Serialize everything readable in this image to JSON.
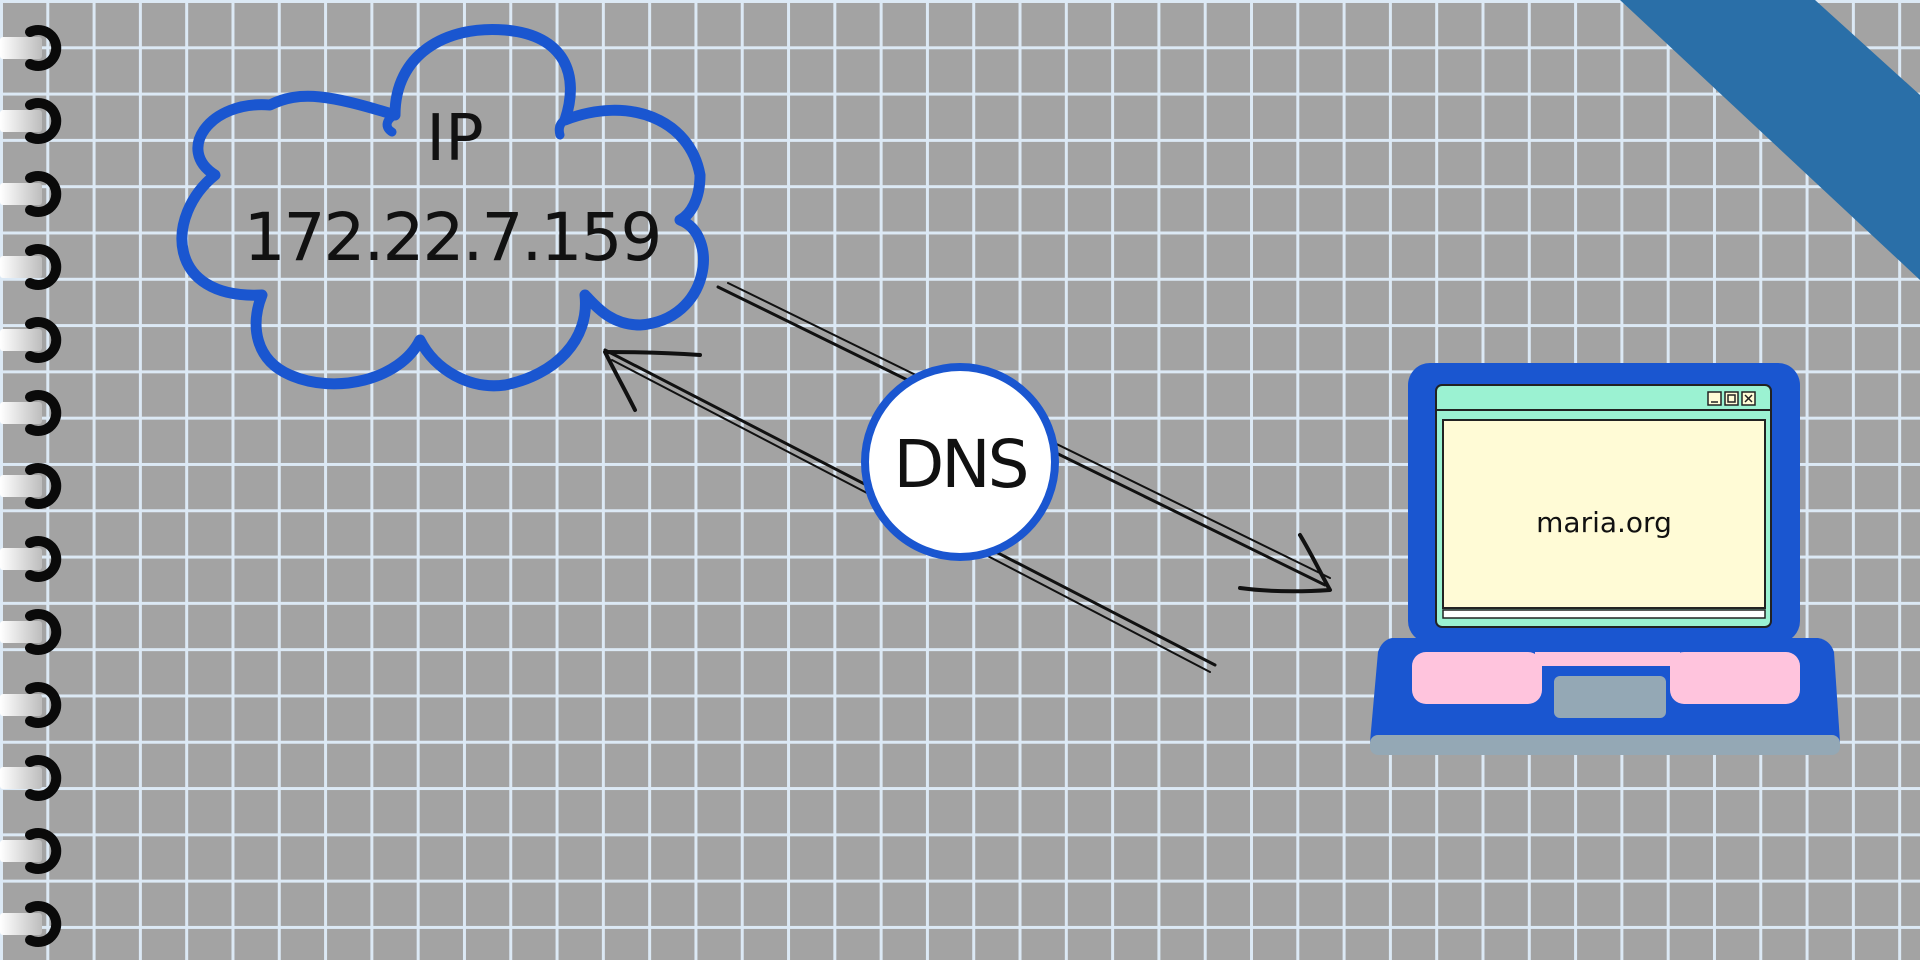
{
  "diagram": {
    "cloud": {
      "title": "IP",
      "address": "172.22.7.159"
    },
    "resolver": {
      "label": "DNS"
    },
    "laptop": {
      "screen_text": "maria.org",
      "window_buttons": [
        "minimize-icon",
        "maximize-icon",
        "close-icon"
      ]
    }
  },
  "colors": {
    "background": "#a3a3a3",
    "grid": "#dce9f5",
    "accent_blue": "#1a56d0",
    "ribbon": "#2a6fa8",
    "screen": "#fffbd6",
    "window_bar": "#9bf2d2",
    "keyboard": "#ffc4dd",
    "touchpad": "#94a8b5"
  }
}
